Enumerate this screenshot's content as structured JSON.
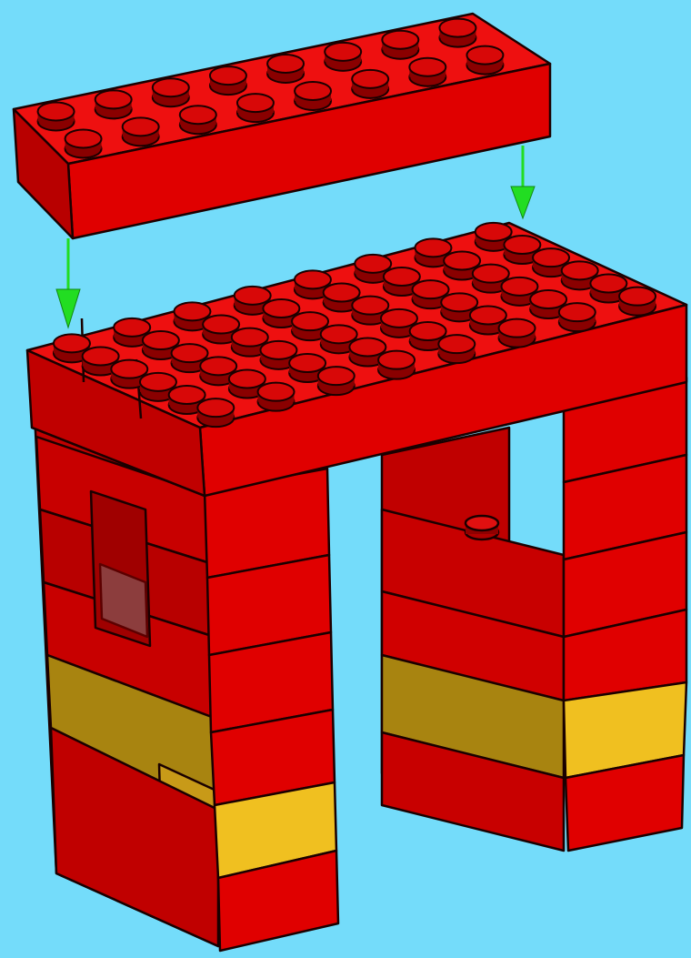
{
  "diagram": {
    "type": "brick-building-instruction-step",
    "colors": {
      "background": "#74dcfa",
      "red_front": "#e00000",
      "red_side": "#b80000",
      "red_top": "#ee1010",
      "red_shadow": "#8a0000",
      "yellow_front": "#f0c020",
      "yellow_side": "#a88410",
      "outline": "#1a0000",
      "arrow": "#22dd22"
    },
    "parts": [
      {
        "name": "top-brick",
        "size": "2x8",
        "color": "red",
        "state": "to-be-placed"
      },
      {
        "name": "bridge-plate-base",
        "size": "6x8",
        "color": "red",
        "state": "in-place"
      },
      {
        "name": "left-pillar",
        "color": "red",
        "accent_row_color": "yellow"
      },
      {
        "name": "right-pillar",
        "color": "red",
        "accent_row_color": "yellow"
      }
    ],
    "arrows": [
      {
        "name": "left-placement-arrow",
        "direction": "down"
      },
      {
        "name": "right-placement-arrow",
        "direction": "down"
      }
    ]
  }
}
